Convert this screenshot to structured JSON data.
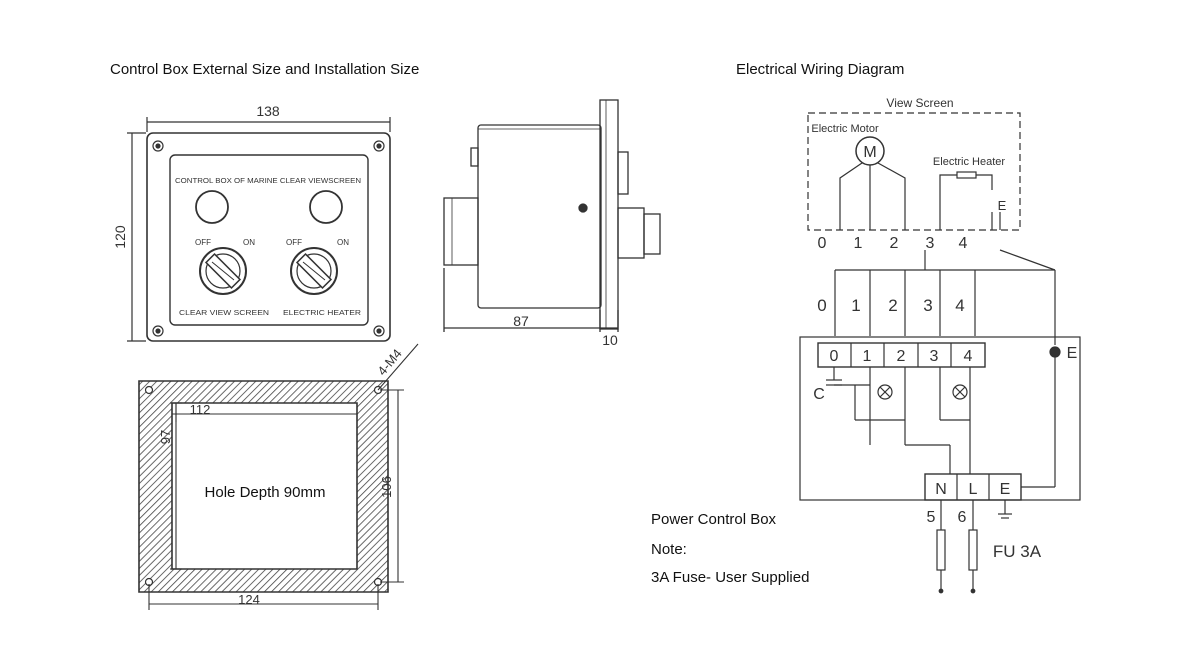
{
  "left": {
    "heading": "Control Box External Size and Installation Size",
    "front_view": {
      "width_dim": "138",
      "height_dim": "120",
      "panel_title": "CONTROL BOX OF MARINE CLEAR VIEWSCREEN",
      "switch_left": {
        "off": "OFF",
        "on": "ON",
        "label": "CLEAR VIEW SCREEN"
      },
      "switch_right": {
        "off": "OFF",
        "on": "ON",
        "label": "ELECTRIC HEATER"
      }
    },
    "side_view": {
      "depth_dim": "87",
      "flange_dim": "10"
    },
    "cutout": {
      "inner_width": "112",
      "inner_height": "97",
      "outer_height": "106",
      "outer_width": "124",
      "screws": "4-M4",
      "hole_depth": "Hole Depth 90mm"
    }
  },
  "right": {
    "heading": "Electrical Wiring Diagram",
    "view_screen": "View Screen",
    "motor_label": "Electric Motor",
    "motor_symbol": "M",
    "heater_label": "Electric Heater",
    "earth_symbol": "E",
    "screen_terminals": [
      "0",
      "1",
      "2",
      "3",
      "4"
    ],
    "cable_terminals": [
      "0",
      "1",
      "2",
      "3",
      "4"
    ],
    "box_terminals": [
      "0",
      "1",
      "2",
      "3",
      "4"
    ],
    "box_earth": "E",
    "capacitor": "C",
    "power_terminals": [
      "N",
      "L",
      "E"
    ],
    "supply_numbers": [
      "5",
      "6"
    ],
    "fuse_label": "FU 3A",
    "box_title": "Power Control Box",
    "note_title": "Note:",
    "note_text": "3A Fuse- User Supplied"
  }
}
